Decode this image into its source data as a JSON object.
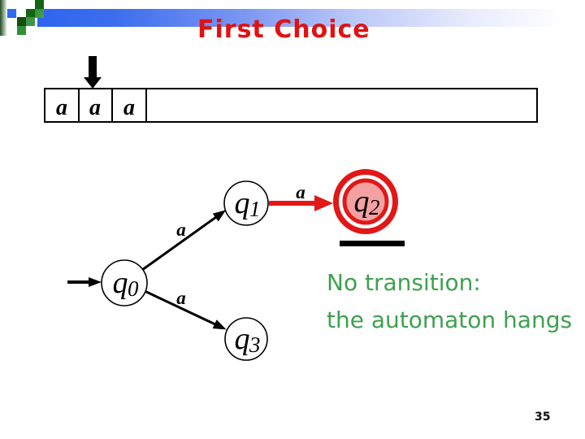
{
  "slide": {
    "title": "First Choice",
    "page_number": "35",
    "colors": {
      "title": "#e01212",
      "note_text": "#3fa04f",
      "highlight_red": "#e21717",
      "accept_state_fill": "#f5a1a1",
      "banner_blue": "#2e65ee"
    }
  },
  "tape": {
    "cells": [
      "a",
      "a",
      "a",
      ""
    ],
    "head_cell_index": 1
  },
  "automaton": {
    "states": [
      {
        "id": "q0",
        "base": "q",
        "sub": "0",
        "kind": "start"
      },
      {
        "id": "q1",
        "base": "q",
        "sub": "1",
        "kind": "normal"
      },
      {
        "id": "q2",
        "base": "q",
        "sub": "2",
        "kind": "accepting-highlighted"
      },
      {
        "id": "q3",
        "base": "q",
        "sub": "3",
        "kind": "normal"
      }
    ],
    "edges": [
      {
        "from": "q0",
        "to": "q1",
        "label": "a",
        "highlighted": false
      },
      {
        "from": "q0",
        "to": "q3",
        "label": "a",
        "highlighted": false
      },
      {
        "from": "q1",
        "to": "q2",
        "label": "a",
        "highlighted": true
      }
    ],
    "current_state_marker": "q2"
  },
  "note": {
    "line1": "No transition:",
    "line2": "the automaton hangs"
  }
}
